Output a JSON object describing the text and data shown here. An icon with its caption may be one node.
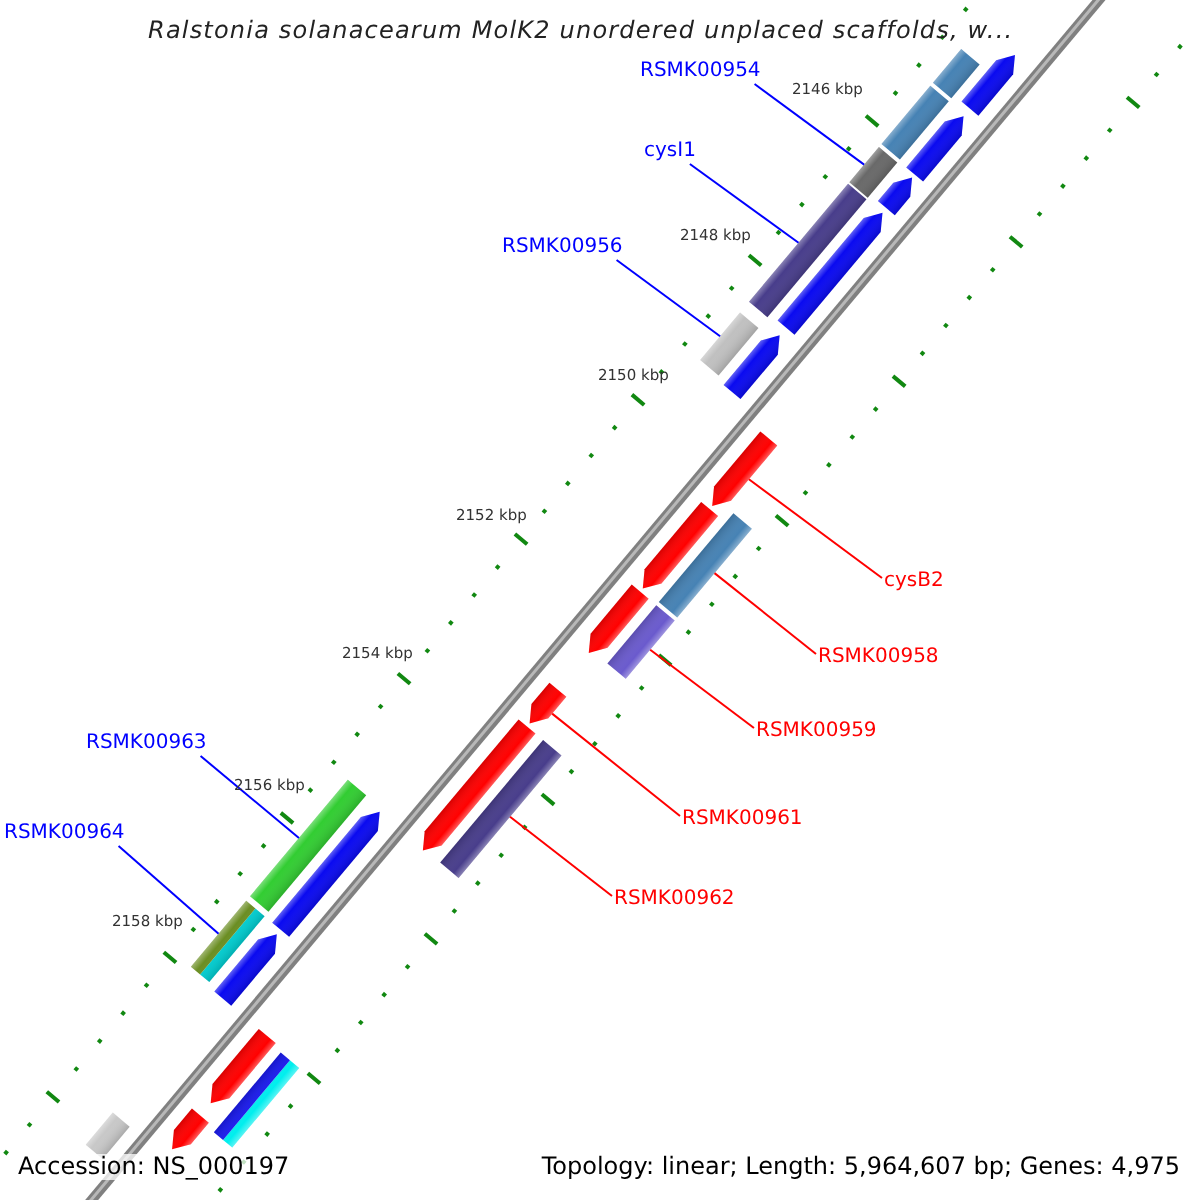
{
  "diagram": {
    "title": "Ralstonia solanacearum MolK2 unordered unplaced scaffolds, w...",
    "nodes": [
      {
        "text": [
          "RSMK00954"
        ]
      },
      {
        "text": [
          "cysI1"
        ]
      },
      {
        "text": [
          "RSMK00956"
        ]
      },
      {
        "text": [
          "cysB2"
        ]
      },
      {
        "text": [
          "RSMK00958"
        ]
      },
      {
        "text": [
          "RSMK00959"
        ]
      },
      {
        "text": [
          "RSMK00961"
        ]
      },
      {
        "text": [
          "RSMK00962"
        ]
      },
      {
        "text": [
          "RSMK00963"
        ]
      },
      {
        "text": [
          "RSMK00964"
        ]
      },
      {
        "text": [],
        "shape": "pentagon"
      },
      {
        "text": [],
        "shape": "box"
      },
      {
        "text": [],
        "shape": "box"
      },
      {
        "text": [],
        "shape": "pentagon"
      },
      {
        "text": [],
        "shape": "box"
      },
      {
        "text": [],
        "shape": "pentagon"
      },
      {
        "text": [],
        "shape": "box"
      },
      {
        "text": [],
        "shape": "pentagon"
      },
      {
        "text": [],
        "shape": "pentagon"
      },
      {
        "text": [],
        "shape": "box"
      },
      {
        "text": [],
        "shape": "pentagon"
      },
      {
        "text": [],
        "shape": "box"
      },
      {
        "text": [],
        "shape": "pentagon"
      },
      {
        "text": [],
        "shape": "box"
      },
      {
        "text": [],
        "shape": "pentagon"
      },
      {
        "text": [],
        "shape": "pentagon"
      },
      {
        "text": [],
        "shape": "box"
      },
      {
        "text": [],
        "shape": "pentagon"
      },
      {
        "text": [],
        "shape": "box"
      },
      {
        "text": [],
        "shape": "pentagon"
      },
      {
        "text": [],
        "shape": "box"
      },
      {
        "text": [],
        "shape": "pentagon"
      },
      {
        "text": [],
        "shape": "pentagon"
      },
      {
        "text": [],
        "shape": "box"
      },
      {
        "text": [],
        "shape": "pentagon"
      },
      {
        "text": [],
        "shape": "box"
      }
    ],
    "edges": [
      {
        "from": 0,
        "to": 14,
        "arrow": "none",
        "color": "#0000ff"
      },
      {
        "from": 1,
        "to": 16,
        "arrow": "none",
        "color": "#0000ff"
      },
      {
        "from": 2,
        "to": 19,
        "arrow": "none",
        "color": "#0000ff"
      },
      {
        "from": 3,
        "to": 20,
        "arrow": "none",
        "color": "#ff0000"
      },
      {
        "from": 4,
        "to": 21,
        "arrow": "none",
        "color": "#ff0000"
      },
      {
        "from": 5,
        "to": 23,
        "arrow": "none",
        "color": "#ff0000"
      },
      {
        "from": 6,
        "to": 25,
        "arrow": "none",
        "color": "#ff0000"
      },
      {
        "from": 7,
        "to": 26,
        "arrow": "none",
        "color": "#ff0000"
      },
      {
        "from": 8,
        "to": 28,
        "arrow": "none",
        "color": "#0000ff"
      },
      {
        "from": 9,
        "to": 30,
        "arrow": "none",
        "color": "#0000ff"
      }
    ],
    "labels": [
      "2146 kbp",
      "2148 kbp",
      "2150 kbp",
      "2152 kbp",
      "2154 kbp",
      "2156 kbp",
      "2158 kbp",
      "Accession: NS_000197",
      "Topology: linear; Length: 5,964,607 bp; Genes: 4,975"
    ]
  }
}
